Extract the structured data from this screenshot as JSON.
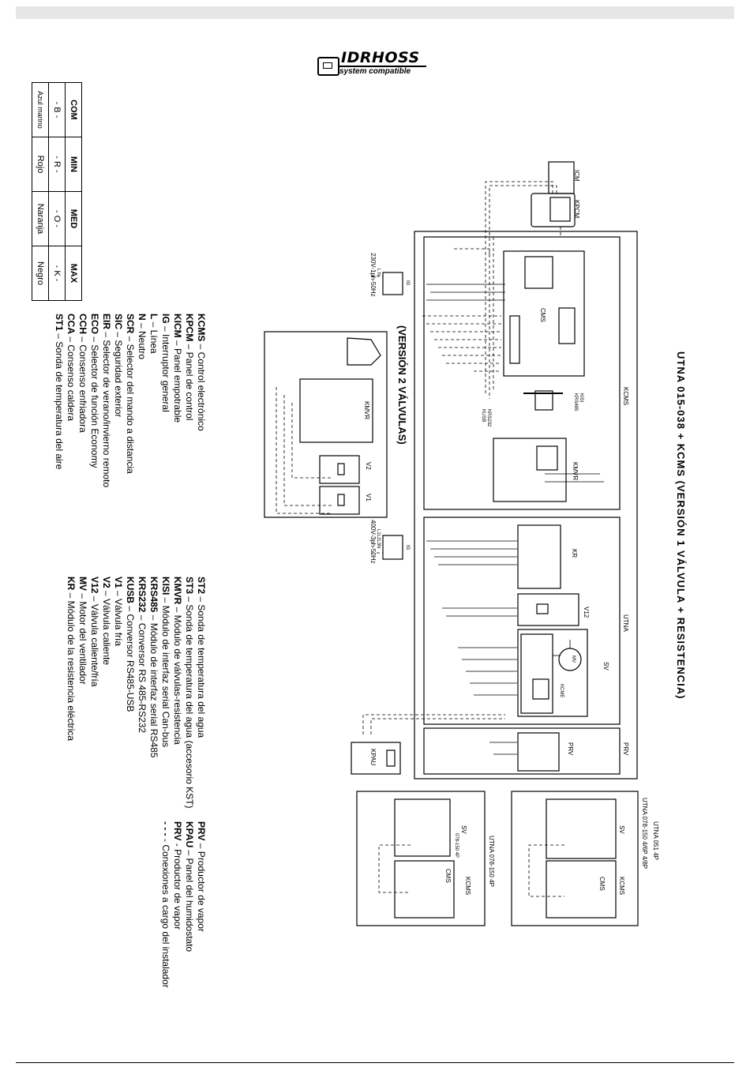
{
  "logo": {
    "name": "IDRHOSS",
    "sub": "system compatible"
  },
  "color_table": {
    "headers": [
      "COM",
      "MIN",
      "MED",
      "MAX"
    ],
    "codes": [
      "- B -",
      "- R -",
      "- O -",
      "- K -"
    ],
    "names": [
      "Azul marino",
      "Rojo",
      "Naranja",
      "Negro"
    ]
  },
  "title": "UTNA 015-038 + KCMS (VERSIÓN 1 VÁLVULA + RESISTENCIA)",
  "version2_title": "(VERSIÓN 2 VÁLVULAS)",
  "legend": {
    "col1": [
      {
        "abbr": "KCMS",
        "desc": " – Control electrónico"
      },
      {
        "abbr": "KPCM",
        "desc": " – Panel de control"
      },
      {
        "abbr": "KICM",
        "desc": " – Panel empotrable"
      },
      {
        "abbr": "IG",
        "desc": " – Interruptor general"
      },
      {
        "abbr": "L",
        "desc": " – Línea"
      },
      {
        "abbr": "N",
        "desc": " – Neutro"
      },
      {
        "abbr": "SCR",
        "desc": " – Selector del mando a distancia"
      },
      {
        "abbr": "SIC",
        "desc": " – Seguridad exterior"
      },
      {
        "abbr": "EIR",
        "desc": " – Selector de verano/invierno remoto"
      },
      {
        "abbr": "ECO",
        "desc": " – Selector de función Economy"
      },
      {
        "abbr": "CCH",
        "desc": " – Consenso enfriadora"
      },
      {
        "abbr": "CCA",
        "desc": " – Consenso caldera"
      },
      {
        "abbr": "ST1",
        "desc": " – Sonda de temperatura del aire"
      }
    ],
    "col2": [
      {
        "abbr": "ST2",
        "desc": " – Sonda de temperatura del agua"
      },
      {
        "abbr": "ST3",
        "desc": " – Sonda de temperatura del agua (accesorio KST)"
      },
      {
        "abbr": "KMVR",
        "desc": " – Módulo de válvulas-resistencia"
      },
      {
        "abbr": "KISI",
        "desc": " – Módulo de interfaz serial Can-bus"
      },
      {
        "abbr": "KRS485",
        "desc": " – Módulo de interfaz serial RS485"
      },
      {
        "abbr": "KRS232",
        "desc": " – Conversor RS 485-RS232"
      },
      {
        "abbr": "KUSB",
        "desc": " – Conversor RS485-USB"
      },
      {
        "abbr": "V1",
        "desc": " – Válvula fría"
      },
      {
        "abbr": "V2",
        "desc": " – Válvula caliente"
      },
      {
        "abbr": "V12",
        "desc": " – Válvula caliente/fría"
      },
      {
        "abbr": "MV",
        "desc": " – Motor del ventilador"
      },
      {
        "abbr": "KR",
        "desc": " – Módulo de la resistencia eléctrica"
      }
    ],
    "col3": [
      {
        "abbr": "PRV",
        "desc": " – Productor de vapor"
      },
      {
        "abbr": "KPAU",
        "desc": " – Panel del humidostato"
      },
      {
        "abbr": "PRV",
        "desc": " - Productor de vapor"
      },
      {
        "abbr": "- - -",
        "desc": " - Conexiones a cargo del instalador"
      }
    ]
  },
  "diagram_labels": {
    "icm": "ICM",
    "kpcm": "KPCM",
    "kcms": "KCMS",
    "cms": "CMS",
    "kisi": "KISI",
    "krs485": "KRS485",
    "krs232": "KRS232",
    "kusb": "KUSB",
    "kmvr": "KMVR",
    "power1": "230V-1ph-50Hz",
    "power3": "400V-3ph-50Hz",
    "l3": "L1L2L3N",
    "ln": "L N",
    "ig": "IG",
    "kr": "KR",
    "v12": "V12",
    "utna": "UTNA",
    "sv": "SV",
    "mv": "MV",
    "kcme": "KCME",
    "prv": "PRV",
    "kpau": "KPAU",
    "v1": "V1",
    "v2": "V2",
    "utna051": "UTNA 051 4P",
    "utna078a": "UTNA 078-150 4/6P 4/8P",
    "utna078b": "UTNA 078-150 4P",
    "sv0784": "078-150 4P"
  }
}
